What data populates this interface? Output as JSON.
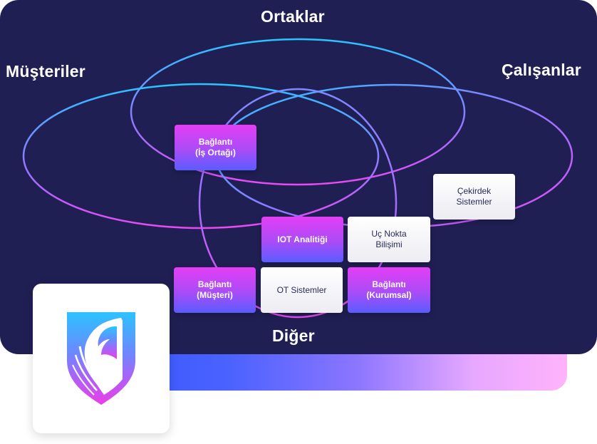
{
  "venn": {
    "sets": [
      "Ortaklar",
      "Müşteriler",
      "Çalışanlar",
      "Diğer"
    ]
  },
  "boxes": {
    "is_ortagi": {
      "line1": "Bağlantı",
      "line2": "(İş Ortağı)"
    },
    "cekirdek": {
      "line1": "Çekirdek",
      "line2": "Sistemler"
    },
    "iot": {
      "line1": "IOT Analitiği"
    },
    "uc_nokta": {
      "line1": "Uç Nokta",
      "line2": "Bilişimi"
    },
    "musteri": {
      "line1": "Bağlantı",
      "line2": "(Müşteri)"
    },
    "ot": {
      "line1": "OT Sistemler"
    },
    "kurumsal": {
      "line1": "Bağlantı",
      "line2": "(Kurumsal)"
    }
  },
  "colors": {
    "panel": "#201f53",
    "accent_pink": "#e43ef5",
    "accent_blue": "#3d5afe",
    "ellipse_cyan": "#2bc3ff"
  },
  "logo": {
    "icon": "horse-shield-logo-icon"
  }
}
